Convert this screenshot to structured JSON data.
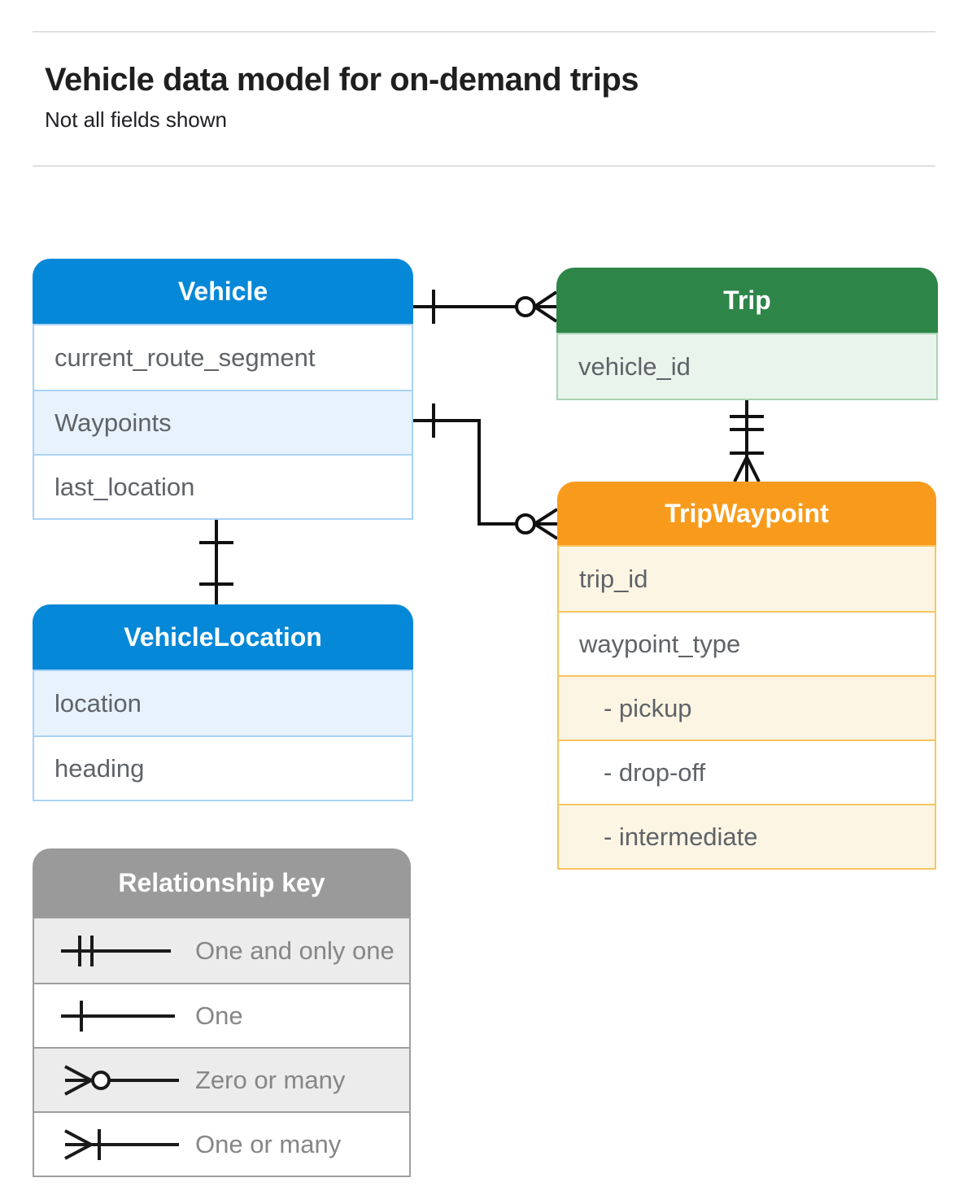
{
  "header": {
    "title": "Vehicle data model for on-demand trips",
    "subtitle": "Not all fields shown"
  },
  "entities": [
    {
      "id": "vehicle",
      "title": "Vehicle",
      "theme_color": "#0688d8",
      "highlight_color": "#e8f2fd",
      "fields": [
        {
          "label": "current_route_segment",
          "highlighted": false
        },
        {
          "label": "Waypoints",
          "highlighted": true
        },
        {
          "label": "last_location",
          "highlighted": false
        }
      ]
    },
    {
      "id": "trip",
      "title": "Trip",
      "theme_color": "#2e8548",
      "highlight_color": "#e9f4ec",
      "fields": [
        {
          "label": "vehicle_id",
          "highlighted": true
        }
      ]
    },
    {
      "id": "trip-waypoint",
      "title": "TripWaypoint",
      "theme_color": "#f89b1c",
      "highlight_color": "#fdf5e4",
      "fields": [
        {
          "label": "trip_id",
          "highlighted": true
        },
        {
          "label": "waypoint_type",
          "highlighted": false
        },
        {
          "label": "- pickup",
          "highlighted": true,
          "indented": true
        },
        {
          "label": "- drop-off",
          "highlighted": false,
          "indented": true
        },
        {
          "label": "- intermediate",
          "highlighted": true,
          "indented": true
        }
      ]
    },
    {
      "id": "vehicle-location",
      "title": "VehicleLocation",
      "theme_color": "#0688d8",
      "highlight_color": "#e8f2fd",
      "fields": [
        {
          "label": "location",
          "highlighted": true
        },
        {
          "label": "heading",
          "highlighted": false
        }
      ]
    }
  ],
  "relationships": [
    {
      "from": "Vehicle",
      "to": "Trip",
      "from_cardinality": "one",
      "to_cardinality": "zero-or-many"
    },
    {
      "from": "Vehicle.Waypoints",
      "to": "TripWaypoint",
      "from_cardinality": "one",
      "to_cardinality": "zero-or-many"
    },
    {
      "from": "Trip",
      "to": "TripWaypoint",
      "from_cardinality": "one-and-only-one",
      "to_cardinality": "one-or-many"
    },
    {
      "from": "Vehicle",
      "to": "VehicleLocation",
      "from_cardinality": "one",
      "to_cardinality": "one"
    }
  ],
  "legend": {
    "title": "Relationship key",
    "header_color": "#9a9a9a",
    "items": [
      {
        "symbol": "one-and-only-one",
        "label": "One and only one"
      },
      {
        "symbol": "one",
        "label": "One"
      },
      {
        "symbol": "zero-or-many",
        "label": "Zero or many"
      },
      {
        "symbol": "one-or-many",
        "label": "One or many"
      }
    ]
  }
}
